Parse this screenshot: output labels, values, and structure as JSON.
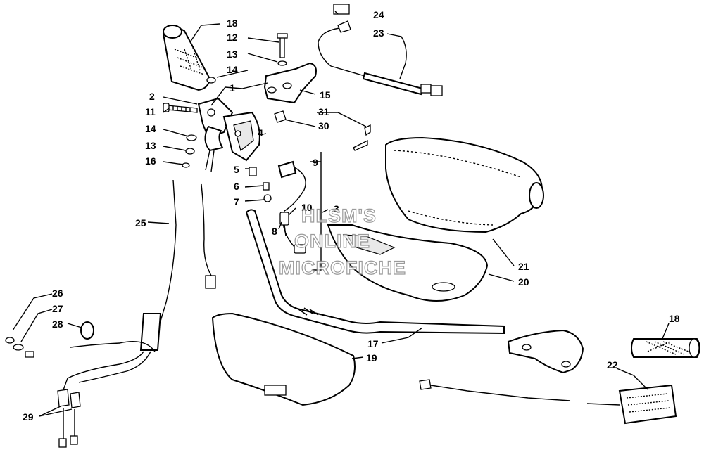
{
  "callouts": {
    "c1": "1",
    "c2": "2",
    "c3": "3",
    "c4": "4",
    "c5": "5",
    "c6": "6",
    "c7": "7",
    "c8": "8",
    "c9": "9",
    "c10": "10",
    "c11": "11",
    "c12": "12",
    "c13a": "13",
    "c13b": "13",
    "c14a": "14",
    "c14b": "14",
    "c15": "15",
    "c16": "16",
    "c17": "17",
    "c18a": "18",
    "c18b": "18",
    "c19": "19",
    "c20": "20",
    "c21": "21",
    "c22": "22",
    "c23": "23",
    "c24": "24",
    "c25": "25",
    "c26": "26",
    "c27": "27",
    "c28": "28",
    "c29": "29",
    "c30": "30",
    "c31": "31"
  },
  "watermark": {
    "line1": "HLSM'S",
    "line2": "ONLINE",
    "line3": "MICROFICHE"
  },
  "colors": {
    "line": "#000000",
    "background": "#ffffff",
    "watermark_stroke": "#8a8a8a"
  }
}
